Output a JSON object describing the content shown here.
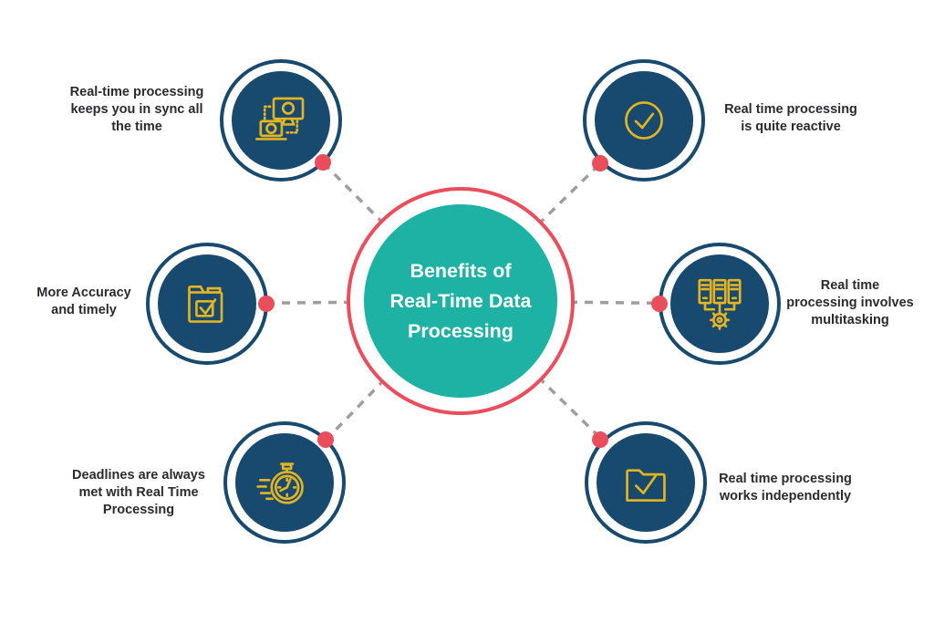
{
  "center": {
    "title": "Benefits of\nReal-Time Data\nProcessing"
  },
  "colors": {
    "teal": "#1eb2a5",
    "coral": "#ea4d5c",
    "navy": "#184a70",
    "gold": "#e4b421",
    "label_text": "#2b2b2f",
    "connector_gray": "#9e9e9e",
    "background": "#ffffff"
  },
  "nodes": [
    {
      "id": "sync",
      "icon": "sync-devices-icon",
      "label": "Real-time processing\nkeeps you in sync all\nthe time"
    },
    {
      "id": "reactive",
      "icon": "check-circle-icon",
      "label": "Real time processing\nis quite reactive"
    },
    {
      "id": "accuracy",
      "icon": "clipboard-check-icon",
      "label": "More Accuracy\nand timely"
    },
    {
      "id": "multitask",
      "icon": "servers-gear-icon",
      "label": "Real time\nprocessing involves\nmultitasking"
    },
    {
      "id": "deadlines",
      "icon": "stopwatch-icon",
      "label": "Deadlines are always\nmet with Real Time\nProcessing"
    },
    {
      "id": "independent",
      "icon": "folder-check-icon",
      "label": "Real time processing\nworks independently"
    }
  ]
}
